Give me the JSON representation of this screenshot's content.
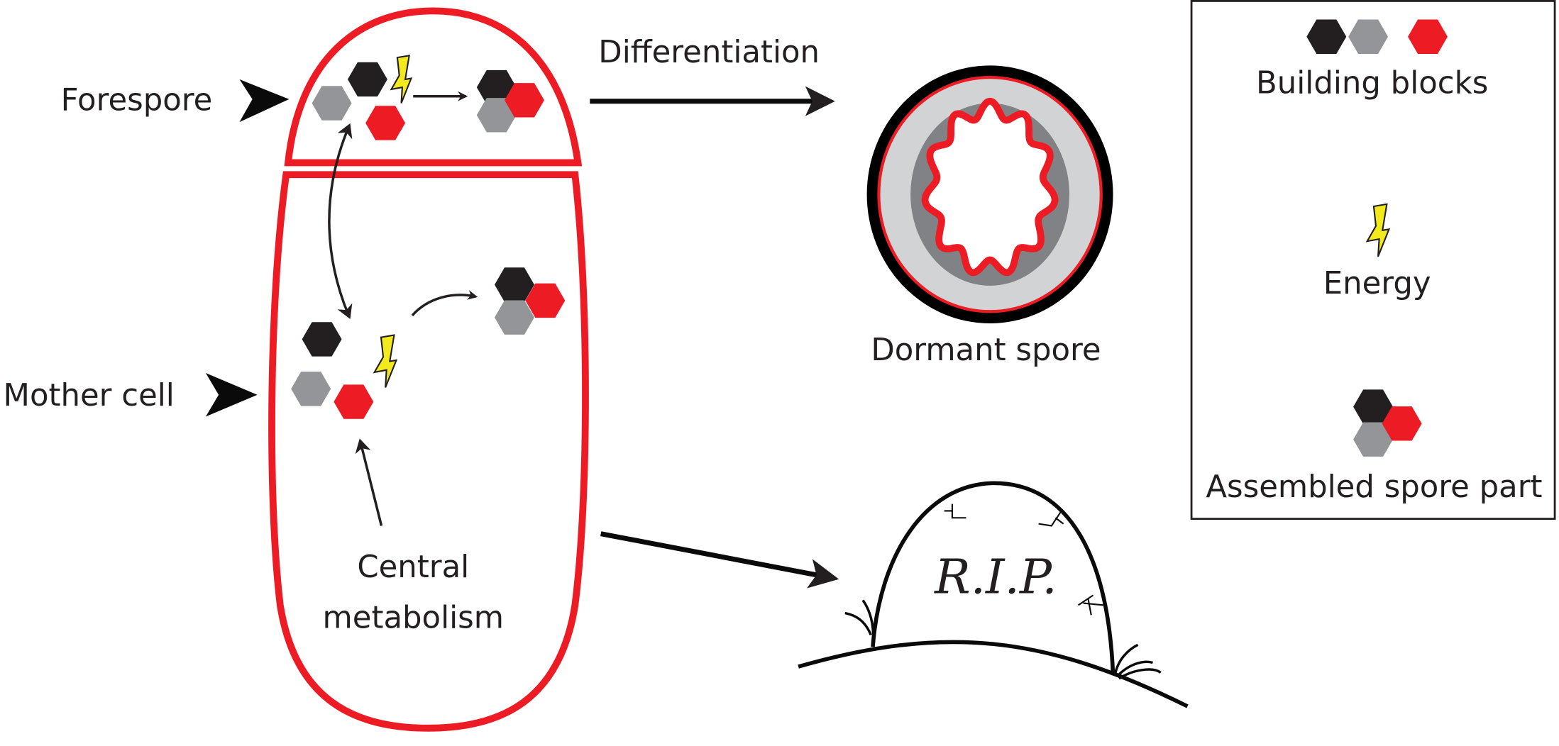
{
  "labels": {
    "forespore": "Forespore",
    "mother_cell": "Mother cell",
    "differentiation": "Differentiation",
    "dormant_spore": "Dormant spore",
    "central_metabolism_line1": "Central",
    "central_metabolism_line2": "metabolism",
    "rip": "R.I.P."
  },
  "legend": {
    "building_blocks": "Building blocks",
    "energy": "Energy",
    "assembled_spore_part": "Assembled spore part"
  },
  "colors": {
    "black": "#231f20",
    "grey": "#939598",
    "red": "#ed1c24",
    "yellow": "#f2ea1d",
    "light_grey": "#d1d3d4",
    "dark_grey": "#808285"
  }
}
